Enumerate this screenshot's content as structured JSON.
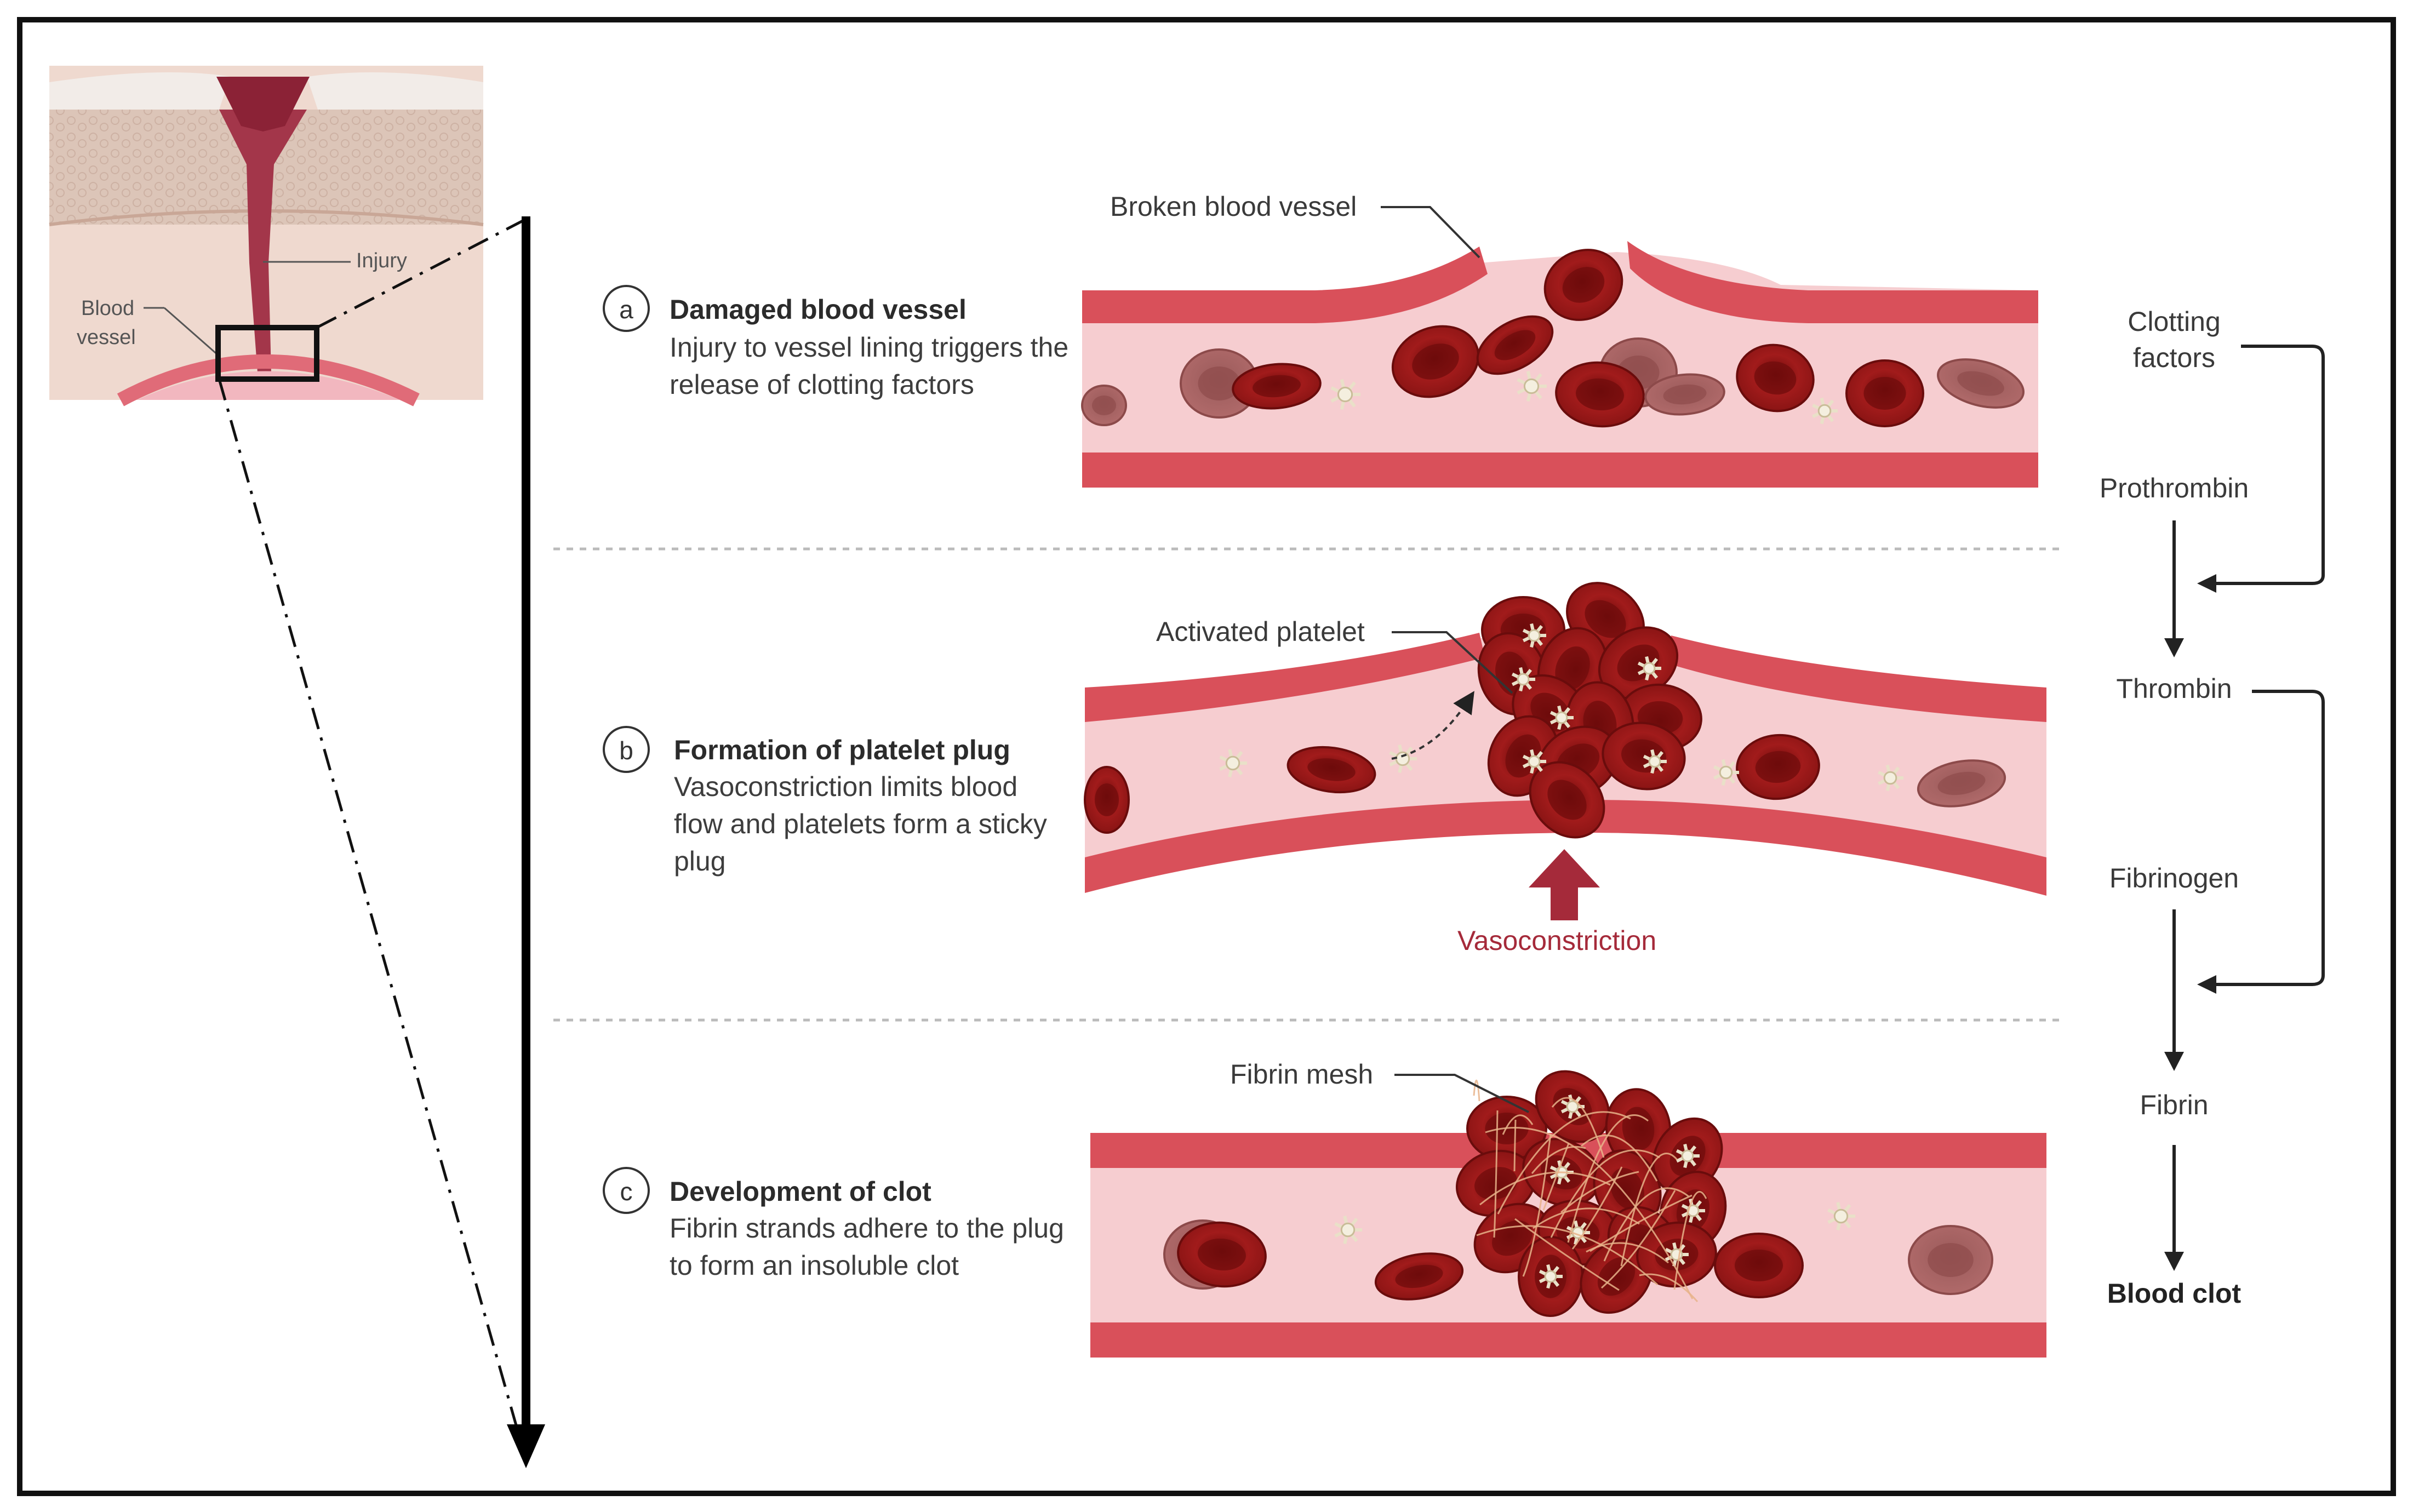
{
  "inset": {
    "injury_label": "Injury",
    "vessel_label_line1": "Blood",
    "vessel_label_line2": "vessel"
  },
  "steps": [
    {
      "letter": "a",
      "title": "Damaged blood vessel",
      "description": "Injury to vessel lining triggers the release of clotting factors",
      "callout": "Broken blood vessel"
    },
    {
      "letter": "b",
      "title": "Formation of platelet plug",
      "description": "Vasoconstriction limits blood flow and platelets form a sticky plug",
      "callout": "Activated platelet",
      "extra_label": "Vasoconstriction"
    },
    {
      "letter": "c",
      "title": "Development of clot",
      "description": "Fibrin strands adhere to the plug to form an insoluble clot",
      "callout": "Fibrin mesh"
    }
  ],
  "cascade": {
    "clotting_factors_line1": "Clotting",
    "clotting_factors_line2": "factors",
    "prothrombin": "Prothrombin",
    "thrombin": "Thrombin",
    "fibrinogen": "Fibrinogen",
    "fibrin": "Fibrin",
    "blood_clot": "Blood clot"
  },
  "colors": {
    "vessel_wall": "#d9505a",
    "vessel_lumen": "#f6cdd0",
    "rbc": "#9e1a1a",
    "rbc_dark": "#7a1010",
    "vasoconstriction": "#a52a3a"
  }
}
